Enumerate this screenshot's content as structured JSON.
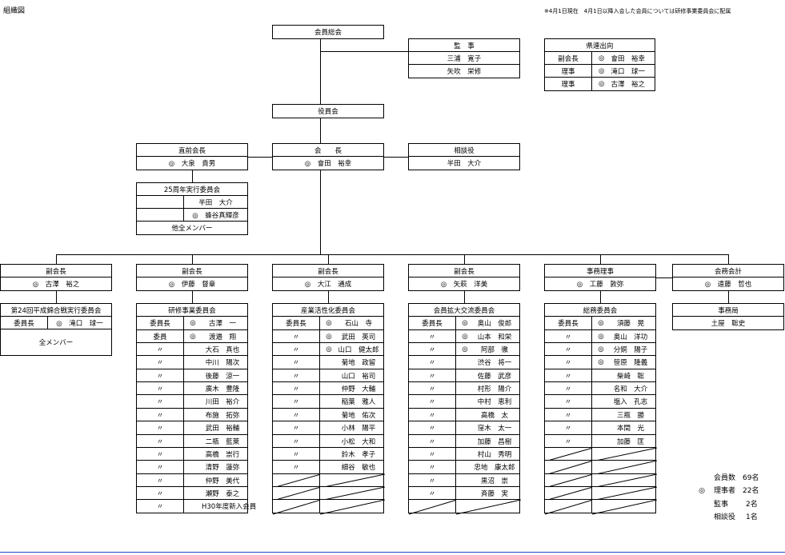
{
  "title": "組織図",
  "note": "※4月1日現在　4月1日以降入会した会員については研修事業委員会に配属",
  "general_assembly": "会員総会",
  "auditors": {
    "title": "監　事",
    "members": [
      "三浦　寛子",
      "矢吹　栄修"
    ]
  },
  "prefecture": {
    "title": "県連出向",
    "rows": [
      {
        "role": "副会長",
        "mark": "◎",
        "name": "會田　裕幸"
      },
      {
        "role": "理事",
        "mark": "◎",
        "name": "滝口　球一"
      },
      {
        "role": "理事",
        "mark": "◎",
        "name": "古澤　裕之"
      }
    ]
  },
  "board": "役員会",
  "past_president": {
    "title": "直前会長",
    "member": "◎　大泉　貴男"
  },
  "president": {
    "title": "会　　長",
    "member": "◎　會田　裕幸"
  },
  "advisor": {
    "title": "相談役",
    "member": "半田　大介"
  },
  "anniversary": {
    "title": "25周年実行委員会",
    "rows": [
      "半田　大介",
      "◎　蜂谷真輝彦"
    ],
    "footer": "他全メンバー"
  },
  "vps": [
    {
      "title": "副会長",
      "member": "◎　古澤　裕之"
    },
    {
      "title": "副会長",
      "member": "◎　伊藤　督章"
    },
    {
      "title": "副会長",
      "member": "◎　大江　通成"
    },
    {
      "title": "副会長",
      "member": "◎　矢萩　洋美"
    },
    {
      "title": "事務理事",
      "member": "◎　工藤　敦弥"
    },
    {
      "title": "会務会計",
      "member": "◎　遠藤　哲也"
    }
  ],
  "committee24": {
    "title": "第24回平成錦合戦実行委員会",
    "role": "委員長",
    "member": "◎　滝口　球一",
    "footer": "全メンバー"
  },
  "committees": [
    {
      "title": "研修事業委員会",
      "rows": [
        [
          "委員長",
          "◎",
          "古澤　一"
        ],
        [
          "委員",
          "◎",
          "渡邉　翔"
        ],
        [
          "〃",
          "",
          "大石　真也"
        ],
        [
          "〃",
          "",
          "中川　陽次"
        ],
        [
          "〃",
          "",
          "後藤　涼一"
        ],
        [
          "〃",
          "",
          "廣木　豊隆"
        ],
        [
          "〃",
          "",
          "川田　裕介"
        ],
        [
          "〃",
          "",
          "布施　拓弥"
        ],
        [
          "〃",
          "",
          "武田　裕輔"
        ],
        [
          "〃",
          "",
          "二瓶　藍萊"
        ],
        [
          "〃",
          "",
          "高橋　崇行"
        ],
        [
          "〃",
          "",
          "清野　蓮弥"
        ],
        [
          "〃",
          "",
          "仲野　美代"
        ],
        [
          "〃",
          "",
          "瀬野　泰之"
        ],
        [
          "〃",
          "",
          "H30年度新入会員"
        ]
      ]
    },
    {
      "title": "産業活性化委員会",
      "rows": [
        [
          "委員長",
          "◎",
          "石山　寺"
        ],
        [
          "〃",
          "◎",
          "武田　英司"
        ],
        [
          "〃",
          "◎",
          "山口　健太郎"
        ],
        [
          "〃",
          "",
          "菊地　政留"
        ],
        [
          "〃",
          "",
          "山口　裕司"
        ],
        [
          "〃",
          "",
          "仲野　大輔"
        ],
        [
          "〃",
          "",
          "稲葉　雅人"
        ],
        [
          "〃",
          "",
          "菊地　佑次"
        ],
        [
          "〃",
          "",
          "小林　陽平"
        ],
        [
          "〃",
          "",
          "小松　大和"
        ],
        [
          "〃",
          "",
          "鈴木　孝子"
        ],
        [
          "〃",
          "",
          "細谷　敏也"
        ]
      ]
    },
    {
      "title": "会員拡大交流委員会",
      "rows": [
        [
          "委員長",
          "◎",
          "奥山　俊郎"
        ],
        [
          "〃",
          "◎",
          "山本　和栄"
        ],
        [
          "〃",
          "◎",
          "阿部　徹"
        ],
        [
          "〃",
          "",
          "渋谷　将一"
        ],
        [
          "〃",
          "",
          "佐藤　武彦"
        ],
        [
          "〃",
          "",
          "村形　陽介"
        ],
        [
          "〃",
          "",
          "中村　恵利"
        ],
        [
          "〃",
          "",
          "高橋　太"
        ],
        [
          "〃",
          "",
          "窪木　太一"
        ],
        [
          "〃",
          "",
          "加藤　昌樹"
        ],
        [
          "〃",
          "",
          "村山　秀明"
        ],
        [
          "〃",
          "",
          "忠地　康太郎"
        ],
        [
          "〃",
          "",
          "黒沼　崇"
        ],
        [
          "〃",
          "",
          "斉藤　実"
        ]
      ]
    },
    {
      "title": "総務委員会",
      "rows": [
        [
          "委員長",
          "◎",
          "須藤　晃"
        ],
        [
          "〃",
          "◎",
          "奥山　洋功"
        ],
        [
          "〃",
          "◎",
          "分銅　陽子"
        ],
        [
          "〃",
          "◎",
          "笹原　隆義"
        ],
        [
          "〃",
          "",
          "柴崎　聡"
        ],
        [
          "〃",
          "",
          "名和　大介"
        ],
        [
          "〃",
          "",
          "塩入　孔志"
        ],
        [
          "〃",
          "",
          "三瓶　勝"
        ],
        [
          "〃",
          "",
          "本間　光"
        ],
        [
          "〃",
          "",
          "加藤　匡"
        ]
      ]
    }
  ],
  "office": {
    "title": "事務局",
    "member": "土屋　聡史"
  },
  "stats": [
    {
      "mark": "",
      "label": "会員数",
      "value": "69名"
    },
    {
      "mark": "◎",
      "label": "理事者",
      "value": "22名"
    },
    {
      "mark": "",
      "label": "監事",
      "value": "2名"
    },
    {
      "mark": "",
      "label": "相談役",
      "value": "1名"
    }
  ]
}
